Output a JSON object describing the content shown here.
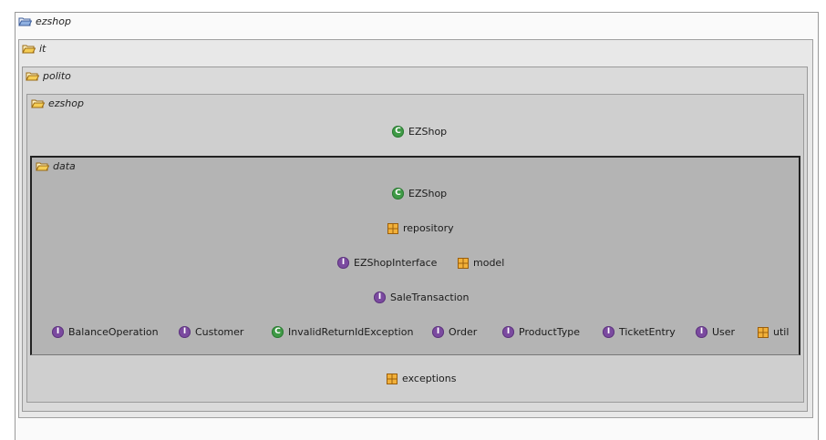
{
  "packages": {
    "root": {
      "label": "ezshop"
    },
    "it": {
      "label": "it"
    },
    "polito": {
      "label": "polito"
    },
    "ezshop": {
      "label": "ezshop"
    },
    "data": {
      "label": "data"
    }
  },
  "nodes": {
    "ezshop_class": {
      "label": "EZShop",
      "kind": "class"
    },
    "data_ezshop_class": {
      "label": "EZShop",
      "kind": "class"
    },
    "repository": {
      "label": "repository",
      "kind": "package"
    },
    "ezshop_interface": {
      "label": "EZShopInterface",
      "kind": "interface"
    },
    "model": {
      "label": "model",
      "kind": "package"
    },
    "sale_transaction": {
      "label": "SaleTransaction",
      "kind": "interface"
    },
    "balance_operation": {
      "label": "BalanceOperation",
      "kind": "interface"
    },
    "customer": {
      "label": "Customer",
      "kind": "interface"
    },
    "invalid_return": {
      "label": "InvalidReturnIdException",
      "kind": "class"
    },
    "order": {
      "label": "Order",
      "kind": "interface"
    },
    "product_type": {
      "label": "ProductType",
      "kind": "interface"
    },
    "ticket_entry": {
      "label": "TicketEntry",
      "kind": "interface"
    },
    "user": {
      "label": "User",
      "kind": "interface"
    },
    "util": {
      "label": "util",
      "kind": "package"
    },
    "exceptions": {
      "label": "exceptions",
      "kind": "package"
    }
  },
  "badges": {
    "class_letter": "C",
    "interface_letter": "I"
  },
  "colors": {
    "class_badge": "#3f9a46",
    "interface_badge": "#7b4aa0",
    "package_icon": "#c98a1c"
  }
}
